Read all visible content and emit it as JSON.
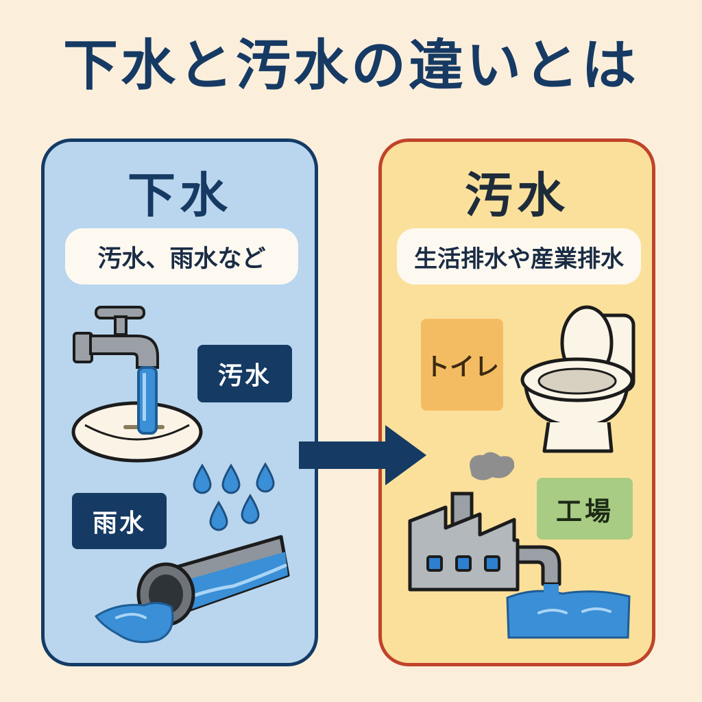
{
  "title": "下水と汚水の違いとは",
  "left_panel": {
    "heading": "下水",
    "subtitle": "汚水、雨水など",
    "tag_wastewater": "汚水",
    "tag_rainwater": "雨水"
  },
  "right_panel": {
    "heading": "汚水",
    "subtitle": "生活排水や産業排水",
    "tag_toilet": "トイレ",
    "tag_factory": "工場"
  },
  "colors": {
    "navy": "#153a63",
    "left_panel_bg": "#b9d6ee",
    "right_panel_bg": "#fbe09b",
    "right_panel_border": "#c0432a",
    "water": "#3a8fd6"
  }
}
